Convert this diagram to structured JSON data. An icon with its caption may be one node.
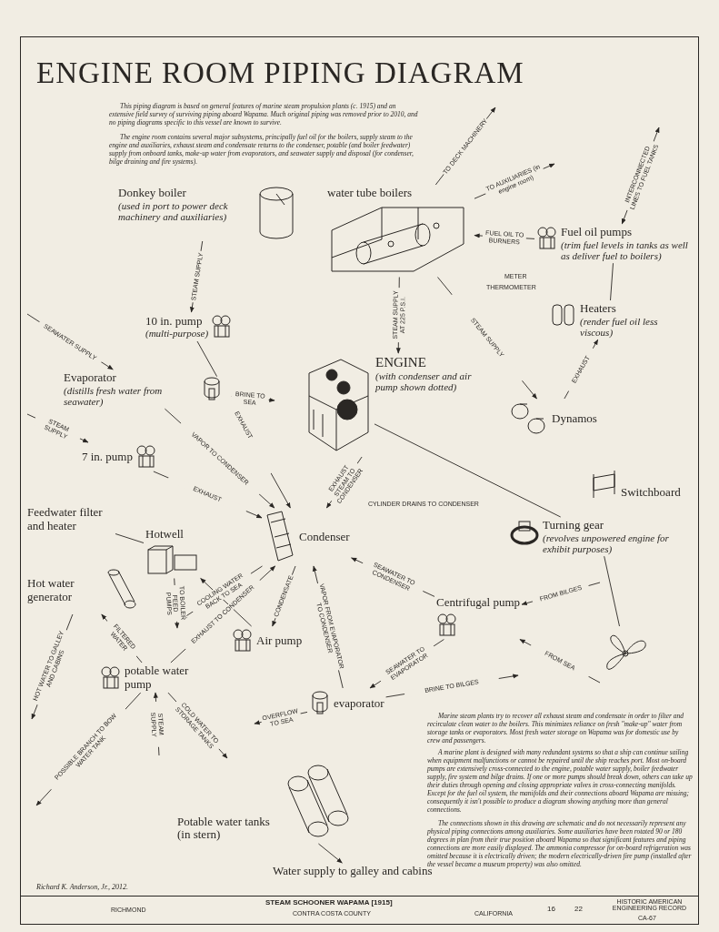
{
  "diagram": {
    "title": "ENGINE ROOM PIPING DIAGRAM",
    "nodes": [
      {
        "text": [
          "Donkey boiler",
          "(used in port to power deck machinery and auxiliaries)"
        ]
      },
      {
        "text": [
          "water tube boilers"
        ]
      },
      {
        "text": [
          "Fuel oil pumps",
          "(trim fuel levels in tanks as well as deliver fuel to boilers)"
        ]
      },
      {
        "text": [
          "Heaters",
          "(render fuel oil less viscous)"
        ]
      },
      {
        "text": [
          "10 in. pump",
          "(multi-purpose)"
        ]
      },
      {
        "text": [
          "Evaporator",
          "(distills fresh water from seawater)"
        ]
      },
      {
        "text": [
          "ENGINE",
          "(with condenser and air pump shown dotted)"
        ]
      },
      {
        "text": [
          "Dynamos"
        ]
      },
      {
        "text": [
          "Switchboard"
        ]
      },
      {
        "text": [
          "7 in. pump"
        ]
      },
      {
        "text": [
          "Hotwell"
        ]
      },
      {
        "text": [
          "Feedwater filter and heater"
        ]
      },
      {
        "text": [
          "Condenser"
        ]
      },
      {
        "text": [
          "Turning gear",
          "(revolves unpowered engine for exhibit purposes)"
        ]
      },
      {
        "text": [
          "Air pump"
        ]
      },
      {
        "text": [
          "Centrifugal pump"
        ]
      },
      {
        "text": [
          "Hot water generator"
        ]
      },
      {
        "text": [
          "potable water pump"
        ]
      },
      {
        "text": [
          "evaporator"
        ]
      },
      {
        "text": [
          "Potable water tanks (in stern)"
        ]
      },
      {
        "text": [
          "Water supply to galley and cabins"
        ]
      },
      {
        "text": [],
        "shape": "picture"
      }
    ],
    "edges": [
      {
        "from": 0,
        "to": 4,
        "arrow": "to",
        "label": "STEAM SUPPLY"
      },
      {
        "from": 1,
        "to": null,
        "arrow": "to",
        "label": "TO DECK MACHINERY"
      },
      {
        "from": 1,
        "to": 6,
        "arrow": "to",
        "label": "STEAM SUPPLY AT 225 P.S.I."
      },
      {
        "from": 2,
        "to": 1,
        "arrow": "to",
        "label": "FUEL OIL TO BURNERS"
      },
      {
        "from": 2,
        "to": 3,
        "arrow": "none"
      },
      {
        "from": 2,
        "to": null,
        "arrow": "both",
        "label": "INTERCONNECTED LINES TO FUEL TANKS"
      },
      {
        "from": 1,
        "to": 7,
        "arrow": "to",
        "label": "STEAM SUPPLY"
      },
      {
        "from": 7,
        "to": 3,
        "arrow": "to",
        "label": "EXHAUST"
      },
      {
        "from": 4,
        "to": 12,
        "arrow": "to",
        "label": "EXHAUST"
      },
      {
        "from": 6,
        "to": 12,
        "arrow": "to",
        "label": "EXHAUST STEAM TO CONDENSER"
      },
      {
        "from": 5,
        "to": 12,
        "arrow": "to",
        "label": "VAPOR TO CONDENSER"
      },
      {
        "from": null,
        "to": 5,
        "arrow": "to",
        "label": "SEAWATER SUPPLY"
      },
      {
        "from": 5,
        "to": null,
        "arrow": "to",
        "label": "BRINE TO SEA"
      },
      {
        "from": null,
        "to": 9,
        "arrow": "to",
        "label": "STEAM SUPPLY"
      },
      {
        "from": 9,
        "to": 12,
        "arrow": "to",
        "label": "EXHAUST"
      },
      {
        "from": 10,
        "to": null,
        "arrow": "to",
        "label": "TO BOILER FEED PUMPS"
      },
      {
        "from": 14,
        "to": 10,
        "arrow": "to"
      },
      {
        "from": 12,
        "to": 14,
        "arrow": "to",
        "label": "CONDENSATE"
      },
      {
        "from": 12,
        "to": null,
        "arrow": "to",
        "label": "COOLING WATER BACK TO SEA"
      },
      {
        "from": 15,
        "to": 12,
        "arrow": "to",
        "label": "SEAWATER TO CONDENSER"
      },
      {
        "from": null,
        "to": 15,
        "arrow": "to",
        "label": "FROM BILGES"
      },
      {
        "from": null,
        "to": 15,
        "arrow": "to",
        "label": "FROM SEA"
      },
      {
        "from": 15,
        "to": 18,
        "arrow": "to",
        "label": "SEAWATER TO EVAPORATOR"
      },
      {
        "from": 18,
        "to": 12,
        "arrow": "to",
        "label": "VAPOR FROM EVAPORATOR TO CONDENSER"
      },
      {
        "from": 18,
        "to": null,
        "arrow": "to",
        "label": "BRINE TO BILGES"
      },
      {
        "from": 18,
        "to": null,
        "arrow": "to",
        "label": "OVERFLOW TO SEA"
      },
      {
        "from": 17,
        "to": 12,
        "arrow": "to",
        "label": "EXHAUST TO CONDENSER"
      },
      {
        "from": null,
        "to": 17,
        "arrow": "to",
        "label": "STEAM SUPPLY"
      },
      {
        "from": 17,
        "to": 16,
        "arrow": "to",
        "label": "FILTERED WATER"
      },
      {
        "from": 16,
        "to": null,
        "arrow": "to",
        "label": "HOT WATER TO GALLEY AND CABINS"
      },
      {
        "from": 17,
        "to": 19,
        "arrow": "to",
        "label": "COLD WATER TO STORAGE TANKS"
      },
      {
        "from": 17,
        "to": null,
        "arrow": "to",
        "label": "POSSIBLE BRANCH TO BOW WATER TANK"
      },
      {
        "from": 19,
        "to": 20,
        "arrow": "to"
      },
      {
        "from": 11,
        "to": 10,
        "arrow": "none"
      },
      {
        "from": 6,
        "to": 13,
        "arrow": "none"
      },
      {
        "from": 13,
        "to": 21,
        "arrow": "none"
      },
      {
        "from": 1,
        "to": null,
        "arrow": "to",
        "label": "TO AUXILIARIES (in engine room)"
      }
    ],
    "labels": [
      "This piping diagram is based on general features of marine steam propulsion plants (c. 1915) and an extensive field survey of surviving piping aboard Wapama. Much original piping was removed prior to 2010, and no piping diagrams specific to this vessel are known to survive.",
      "The engine room contains several major subsystems, principally fuel oil for the boilers, supply steam to the engine and auxiliaries, exhaust steam and condensate returns to the condenser, potable (and boiler feedwater) supply from onboard tanks, make-up water from evaporators, and seawater supply and disposal (for condenser, bilge draining and fire systems).",
      "METER",
      "THERMOMETER",
      "CYLINDER DRAINS TO CONDENSER",
      "Marine steam plants try to recover all exhaust steam and condensate in order to filter and recirculate clean water to the boilers. This minimizes reliance on fresh \"make-up\" water from storage tanks or evaporators. Most fresh water storage on Wapama was for domestic use by crew and passengers.",
      "A marine plant is designed with many redundant systems so that a ship can continue sailing when equipment malfunctions or cannot be repaired until the ship reaches port. Most on-board pumps are extensively cross-connected to the engine, potable water supply, boiler feedwater supply, fire system and bilge drains. If one or more pumps should break down, others can take up their duties through opening and closing appropriate valves in cross-connecting manifolds. Except for the fuel oil system, the manifolds and their connections aboard Wapama are missing; consequently it isn't possible to produce a diagram showing anything more than general connections.",
      "The connections shown in this drawing are schematic and do not necessarily represent any physical piping connections among auxiliaries. Some auxiliaries have been rotated 90 or 180 degrees in plan from their true position aboard Wapama so that significant features and piping connections are more easily displayed. The ammonia compressor for on-board refrigeration was omitted because it is electrically driven; the modern electrically-driven fire pump (installed after the vessel became a museum property) was also omitted.",
      "Richard K. Anderson, Jr., 2012.",
      "RICHMOND",
      "STEAM SCHOONER WAPAMA [1915]",
      "CONTRA COSTA COUNTY",
      "CALIFORNIA",
      "16",
      "22",
      "HISTORIC AMERICAN ENGINEERING RECORD",
      "CA-67"
    ]
  }
}
